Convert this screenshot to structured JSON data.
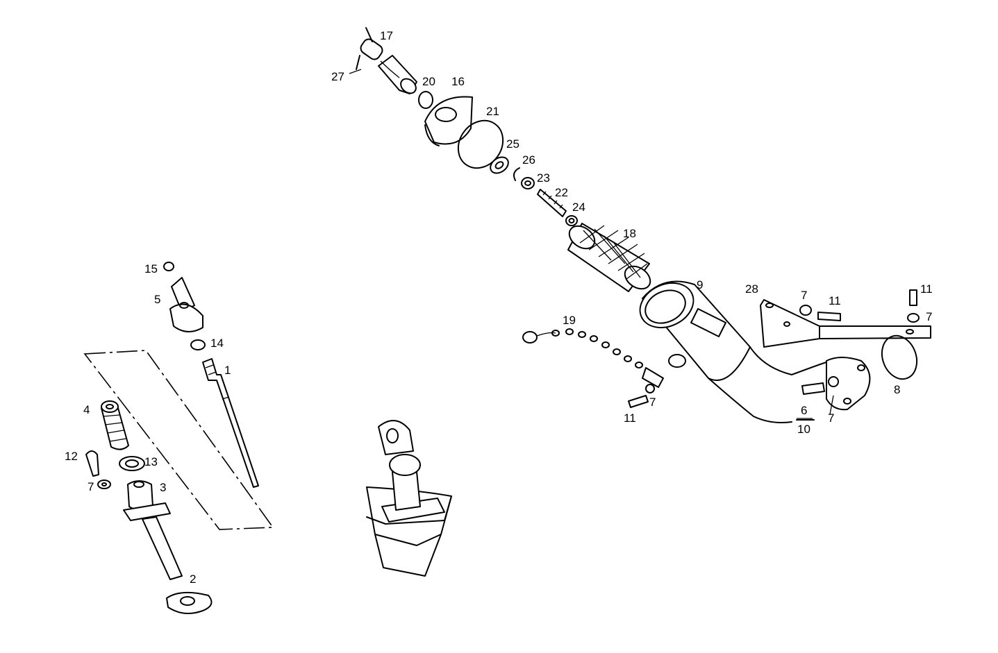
{
  "labels": {
    "p1": "1",
    "p2": "2",
    "p3": "3",
    "p4": "4",
    "p5": "5",
    "p6": "6",
    "p10": "10",
    "p7a": "7",
    "p7b": "7",
    "p7c": "7",
    "p7d": "7",
    "p7e": "7",
    "p8": "8",
    "p9": "9",
    "p11a": "11",
    "p11b": "11",
    "p11c": "11",
    "p12": "12",
    "p13": "13",
    "p14": "14",
    "p15": "15",
    "p16": "16",
    "p17": "17",
    "p18": "18",
    "p19": "19",
    "p20": "20",
    "p21": "21",
    "p22": "22",
    "p23": "23",
    "p24": "24",
    "p25": "25",
    "p26": "26",
    "p27": "27",
    "p28": "28"
  }
}
